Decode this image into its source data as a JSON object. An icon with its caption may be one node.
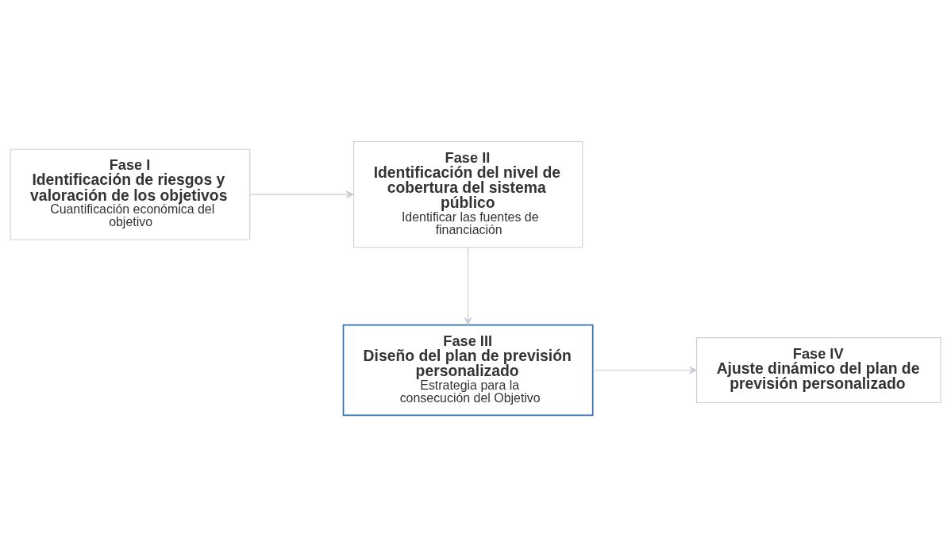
{
  "diagram": {
    "nodes": [
      {
        "text": [
          "Fase I",
          "Identificación de riesgos y valoración de los objetivos",
          "Cuantificación económica del objetivo"
        ]
      },
      {
        "text": [
          "Fase II",
          "Identificación del nivel de cobertura del sistema público",
          "Identificar las fuentes de financiación"
        ]
      },
      {
        "text": [
          "Fase III",
          "Diseño del plan de previsión personalizado",
          "Estrategia para la consecución del Objetivo"
        ]
      },
      {
        "text": [
          "Fase IV",
          "Ajuste dinámico del plan de previsión personalizado"
        ]
      }
    ],
    "edges": [
      {
        "from": 0,
        "to": 1,
        "arrow": "to"
      },
      {
        "from": 1,
        "to": 2,
        "arrow": "to"
      },
      {
        "from": 2,
        "to": 3,
        "arrow": "to"
      }
    ]
  }
}
